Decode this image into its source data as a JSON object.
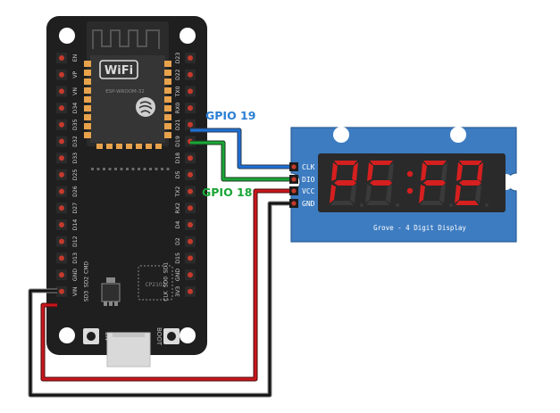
{
  "labels": {
    "gpio19": "GPIO 19",
    "gpio18": "GPIO 18"
  },
  "esp32": {
    "module_brand": "WiFi",
    "module_model": "ESP-WROOM-32",
    "chip_label": "CP2102",
    "button_en": "EN",
    "button_boot": "BOOT",
    "left_pins": [
      "EN",
      "VP",
      "VN",
      "D34",
      "D35",
      "D32",
      "D33",
      "D25",
      "D26",
      "D27",
      "D14",
      "D12",
      "D13",
      "GND",
      "VIN"
    ],
    "right_pins": [
      "D23",
      "D22",
      "TX0",
      "RX0",
      "D21",
      "D19",
      "D18",
      "D5",
      "TX2",
      "RX2",
      "D4",
      "D2",
      "D15",
      "GND",
      "3V3"
    ],
    "bottom_left_pins": [
      "CMD",
      "SD2",
      "SD3"
    ],
    "bottom_right_pins": [
      "SD1",
      "SD0",
      "CLK"
    ]
  },
  "display": {
    "caption": "Grove - 4 Digit Display",
    "pins": [
      "CLK",
      "DIO",
      "VCC",
      "GND"
    ]
  },
  "colors": {
    "board": "#1f1f1f",
    "module_bg": "#2b2b2b",
    "display_pcb": "#3d7cc1",
    "segment_on": "#d61f1f",
    "wire_blue": "#1e6ed6",
    "wire_green": "#1aa535",
    "wire_red": "#c8161c",
    "wire_black": "#141414",
    "label_blue": "#2a7fd4",
    "label_green": "#1aa535"
  }
}
